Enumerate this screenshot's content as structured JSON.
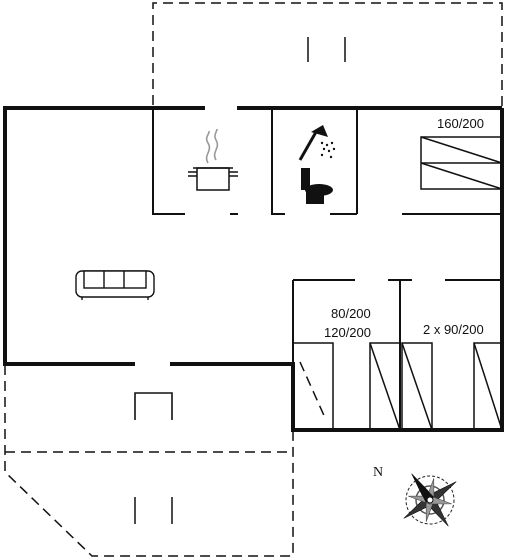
{
  "floorplan": {
    "bed_master_label": "160/200",
    "bed_room2_label_a": "80/200",
    "bed_room2_label_b": "120/200",
    "bed_room3_label": "2 x 90/200",
    "compass_north": "N",
    "icons": [
      "steam-icon",
      "cooking-pot-icon",
      "shower-icon",
      "toilet-icon",
      "sofa-icon",
      "compass-rose-icon",
      "fireplace-icon"
    ]
  }
}
